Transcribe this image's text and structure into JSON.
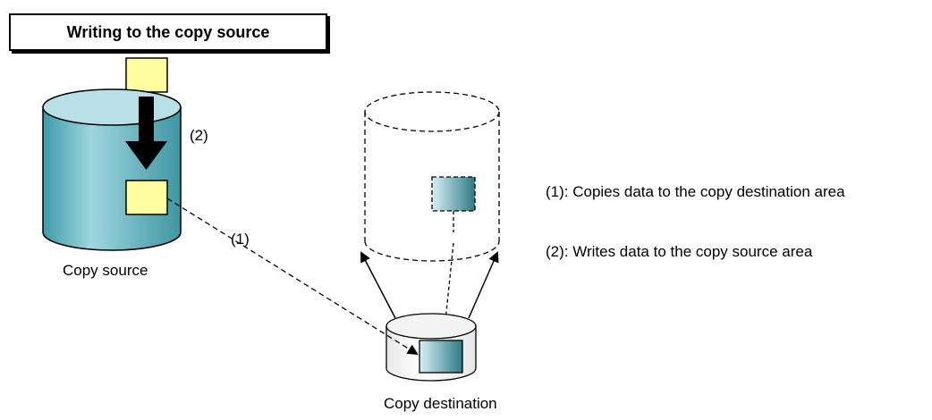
{
  "title": "Writing to the copy source",
  "labels": {
    "copy_source": "Copy source",
    "copy_destination": "Copy destination",
    "marker_1": "(1)",
    "marker_2": "(2)"
  },
  "legend": [
    {
      "text": "(1): Copies data to the copy destination area"
    },
    {
      "text": "(2): Writes data to the copy source area"
    }
  ],
  "colors": {
    "cylinder_fill": "#5fb3bf",
    "cylinder_top": "#b8e0e6",
    "data_block": "#ffffa0",
    "dest_block_light": "#d8f0f4",
    "dest_block_dark": "#2e7a86"
  }
}
